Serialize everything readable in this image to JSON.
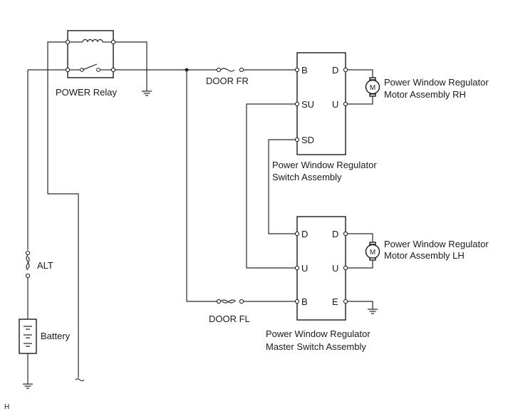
{
  "labels": {
    "power_relay": "POWER Relay",
    "door_fr": "DOOR FR",
    "door_fl": "DOOR FL",
    "alt": "ALT",
    "battery": "Battery",
    "corner_mark": "H"
  },
  "switch_assembly": {
    "name_line1": "Power Window Regulator",
    "name_line2": "Switch Assembly",
    "pins": {
      "b": "B",
      "su": "SU",
      "sd": "SD",
      "d": "D",
      "u": "U"
    }
  },
  "master_switch": {
    "name_line1": "Power Window Regulator",
    "name_line2": "Master Switch Assembly",
    "pins": {
      "d_left": "D",
      "u_left": "U",
      "b": "B",
      "d_right": "D",
      "u_right": "U",
      "e": "E"
    }
  },
  "motor_rh": {
    "symbol": "M",
    "name_line1": "Power Window Regulator",
    "name_line2": "Motor Assembly RH"
  },
  "motor_lh": {
    "symbol": "M",
    "name_line1": "Power Window Regulator",
    "name_line2": "Motor Assembly LH"
  }
}
